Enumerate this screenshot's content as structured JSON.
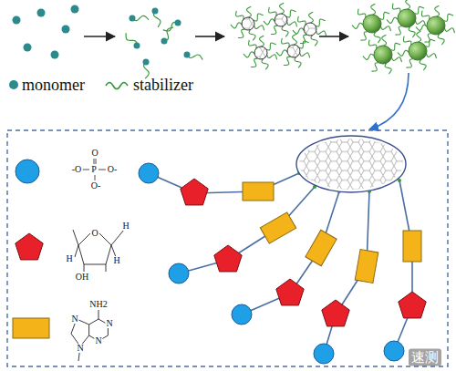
{
  "diagram": {
    "labels": [
      "-O",
      "P",
      "O-",
      "O",
      "O-",
      "O",
      "H",
      "H",
      "OH",
      "H",
      "NH2",
      "N",
      "N",
      "N",
      "N",
      "速测"
    ],
    "legend": [
      {
        "text": "monomer",
        "color": "#2a8a8c"
      },
      {
        "text": "stabilizer"
      }
    ]
  }
}
